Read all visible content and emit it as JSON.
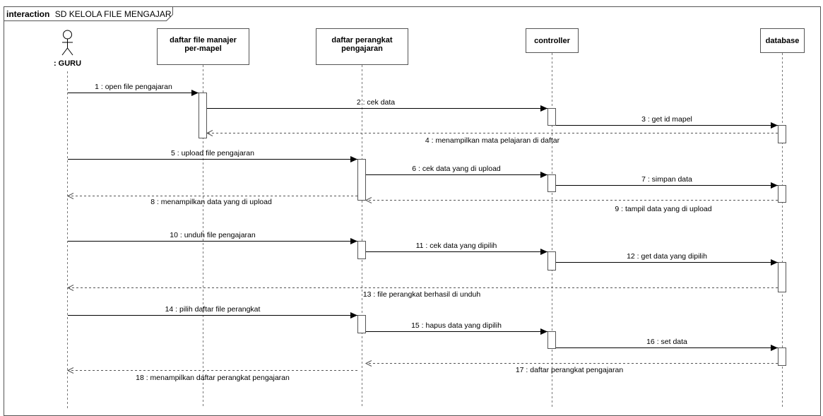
{
  "frame": {
    "keyword": "interaction",
    "name": "SD KELOLA FILE MENGAJAR"
  },
  "lifelines": [
    {
      "id": "guru",
      "kind": "actor",
      "label": ": GURU"
    },
    {
      "id": "daftar-file",
      "kind": "object",
      "label_lines": [
        "daftar file manajer",
        "per-mapel"
      ]
    },
    {
      "id": "daftar-perangkat",
      "kind": "object",
      "label_lines": [
        "daftar perangkat",
        "pengajaran"
      ]
    },
    {
      "id": "controller",
      "kind": "object",
      "label_lines": [
        "controller"
      ]
    },
    {
      "id": "database",
      "kind": "object",
      "label_lines": [
        "database"
      ]
    }
  ],
  "messages": [
    {
      "label": "1 : open file pengajaran",
      "from": "guru",
      "to": "daftar-file",
      "type": "sync"
    },
    {
      "label": "2 : cek data",
      "from": "daftar-file",
      "to": "controller",
      "type": "sync"
    },
    {
      "label": "3 : get id mapel",
      "from": "controller",
      "to": "database",
      "type": "sync"
    },
    {
      "label": "4 : menampilkan mata pelajaran di daftar",
      "from": "database",
      "to": "daftar-file",
      "type": "return"
    },
    {
      "label": "5 : upload file pengajaran",
      "from": "guru",
      "to": "daftar-perangkat",
      "type": "sync"
    },
    {
      "label": "6 : cek data yang di upload",
      "from": "daftar-perangkat",
      "to": "controller",
      "type": "sync"
    },
    {
      "label": "7 : simpan data",
      "from": "controller",
      "to": "database",
      "type": "sync"
    },
    {
      "label": "8 : menampilkan data yang di upload",
      "from": "daftar-perangkat",
      "to": "guru",
      "type": "return"
    },
    {
      "label": "9 : tampil data yang di upload",
      "from": "database",
      "to": "daftar-perangkat",
      "type": "return"
    },
    {
      "label": "10 : unduh file pengajaran",
      "from": "guru",
      "to": "daftar-perangkat",
      "type": "sync"
    },
    {
      "label": "11 : cek data yang dipilih",
      "from": "daftar-perangkat",
      "to": "controller",
      "type": "sync"
    },
    {
      "label": "12 : get data yang dipilih",
      "from": "controller",
      "to": "database",
      "type": "sync"
    },
    {
      "label": "13 : file perangkat berhasil di unduh",
      "from": "database",
      "to": "guru",
      "type": "return"
    },
    {
      "label": "14 : pilih daftar file perangkat",
      "from": "guru",
      "to": "daftar-perangkat",
      "type": "sync"
    },
    {
      "label": "15 : hapus data yang dipilih",
      "from": "daftar-perangkat",
      "to": "controller",
      "type": "sync"
    },
    {
      "label": "16 : set data",
      "from": "controller",
      "to": "database",
      "type": "sync"
    },
    {
      "label": "17 : daftar perangkat pengajaran",
      "from": "database",
      "to": "daftar-perangkat",
      "type": "return"
    },
    {
      "label": "18 : menampilkan daftar perangkat pengajaran",
      "from": "daftar-perangkat",
      "to": "guru",
      "type": "return"
    }
  ]
}
